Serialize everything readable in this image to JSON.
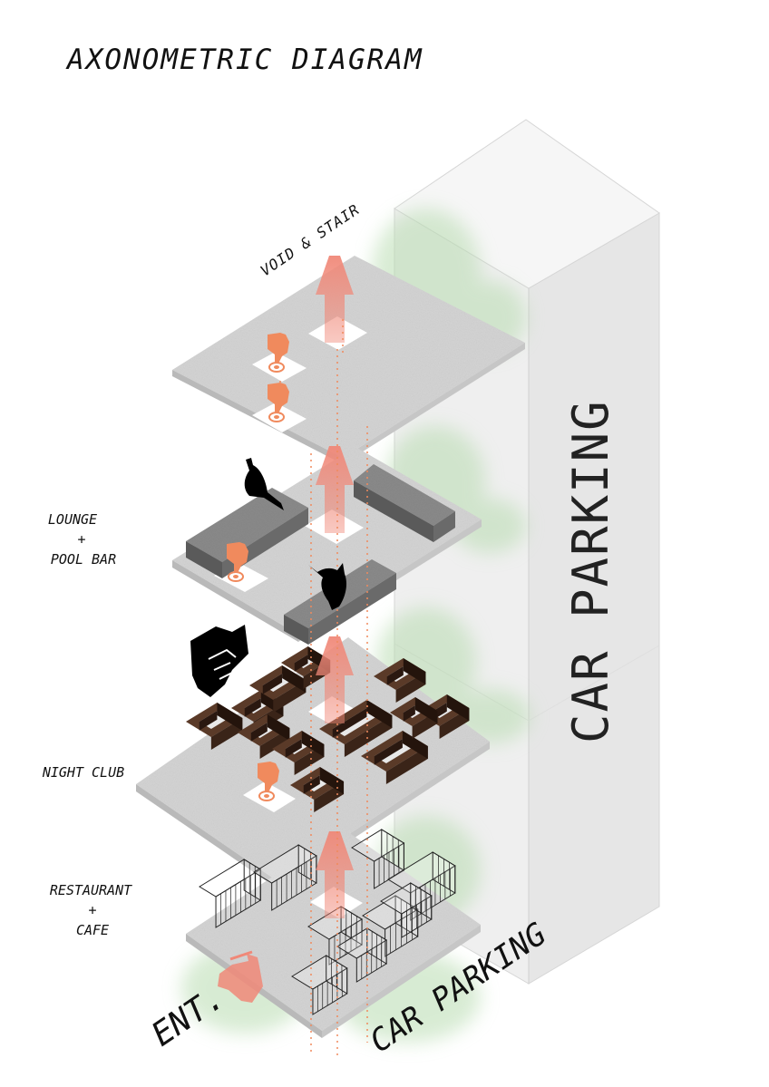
{
  "title": "AXONOMETRIC DIAGRAM",
  "labels": {
    "void_stair": "VOID & STAIR",
    "lounge": "LOUNGE",
    "lounge_plus": "+",
    "pool_bar": "POOL BAR",
    "night_club": "NIGHT CLUB",
    "restaurant": "RESTAURANT",
    "restaurant_plus": "+",
    "cafe": "CAFE",
    "entrance": "ENT.",
    "car_parking_ground": "CAR PARKING",
    "car_parking_tower": "CAR PARKING"
  },
  "colors": {
    "slab": "#d4d4d4",
    "slab_edge": "#b9b9b9",
    "tower": "#ececec",
    "tower_edge": "#d0d0d0",
    "arrow": "#f08878",
    "accent": "#f08a5d",
    "club_box": "#3a2418",
    "lounge_box": "#6b6b6b",
    "greenery": "#b8dcb0"
  },
  "icons": [
    "pointing-hand-icon",
    "cat-icon",
    "handshake-icon",
    "up-arrow-icon",
    "glass-box-icon"
  ]
}
